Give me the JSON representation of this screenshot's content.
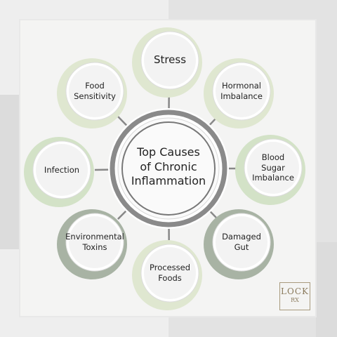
{
  "center": {
    "title": "Top Causes\nof Chronic\nInflammation"
  },
  "causes": [
    {
      "label": "Stress"
    },
    {
      "label": "Hormonal\nImbalance"
    },
    {
      "label": "Blood\nSugar\nImbalance"
    },
    {
      "label": "Damaged\nGut"
    },
    {
      "label": "Processed\nFoods"
    },
    {
      "label": "Environmental\nToxins"
    },
    {
      "label": "Infection"
    },
    {
      "label": "Food\nSensitivity"
    }
  ],
  "logo": {
    "line1": "LOCK",
    "line2": "RX"
  },
  "colors": {
    "ring_light": "#dfe7d0",
    "ring_gray": "#c4ccbc",
    "ring_green": "#d3e2c7",
    "ring_dark": "#a8b3a4",
    "center_ring": "#8a8a8a",
    "spoke": "#888888"
  }
}
